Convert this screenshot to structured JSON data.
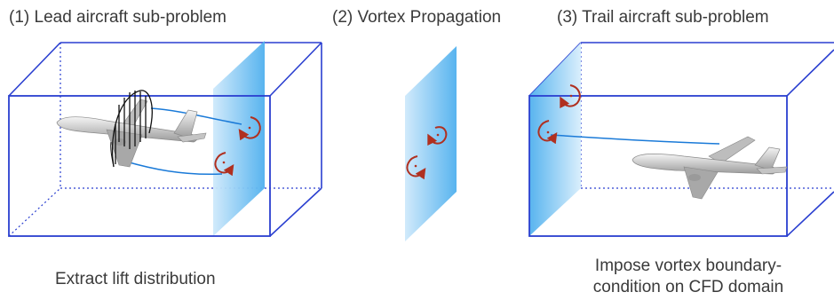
{
  "panels": [
    {
      "title": "(1) Lead aircraft sub-problem",
      "caption": "Extract lift distribution"
    },
    {
      "title": "(2) Vortex Propagation",
      "caption": ""
    },
    {
      "title": "(3) Trail aircraft sub-problem",
      "caption_line1": "Impose vortex boundary-",
      "caption_line2": "condition on CFD domain"
    }
  ],
  "colors": {
    "box": "#2a3fd0",
    "plane_sheet": "#5bb8f0",
    "vortex": "#b03020",
    "trail_line": "#1a7ad8",
    "aircraft": "#c8c8c8",
    "text": "#3a3a3a"
  }
}
